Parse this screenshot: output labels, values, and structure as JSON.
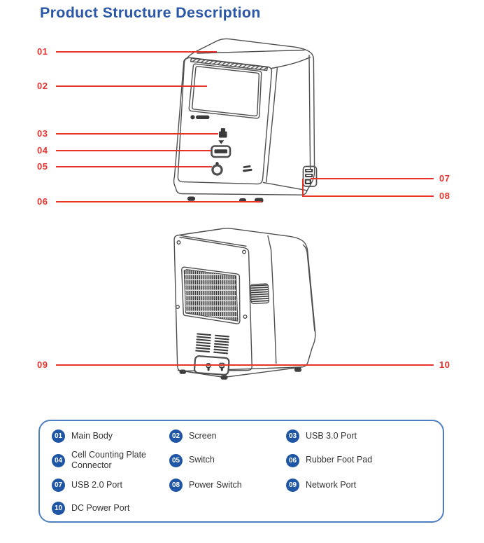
{
  "title": "Product Structure Description",
  "callouts": [
    {
      "num": "01"
    },
    {
      "num": "02"
    },
    {
      "num": "03"
    },
    {
      "num": "04"
    },
    {
      "num": "05"
    },
    {
      "num": "06"
    },
    {
      "num": "07"
    },
    {
      "num": "08"
    },
    {
      "num": "09"
    },
    {
      "num": "10"
    }
  ],
  "legend": {
    "items": [
      {
        "num": "01",
        "label": "Main Body"
      },
      {
        "num": "02",
        "label": "Screen"
      },
      {
        "num": "03",
        "label": "USB 3.0 Port"
      },
      {
        "num": "04",
        "label": "Cell Counting Plate Connector"
      },
      {
        "num": "05",
        "label": "Switch"
      },
      {
        "num": "06",
        "label": "Rubber Foot Pad"
      },
      {
        "num": "07",
        "label": "USB 2.0 Port"
      },
      {
        "num": "08",
        "label": "Power Switch"
      },
      {
        "num": "09",
        "label": "Network Port"
      },
      {
        "num": "10",
        "label": "DC Power Port"
      }
    ]
  },
  "colors": {
    "title_blue": "#2a57a8",
    "callout_red": "#e8332c",
    "legend_badge_blue": "#1e55a4",
    "legend_border_blue": "#4d7fc1",
    "line_art_gray": "#4f4f4f"
  }
}
